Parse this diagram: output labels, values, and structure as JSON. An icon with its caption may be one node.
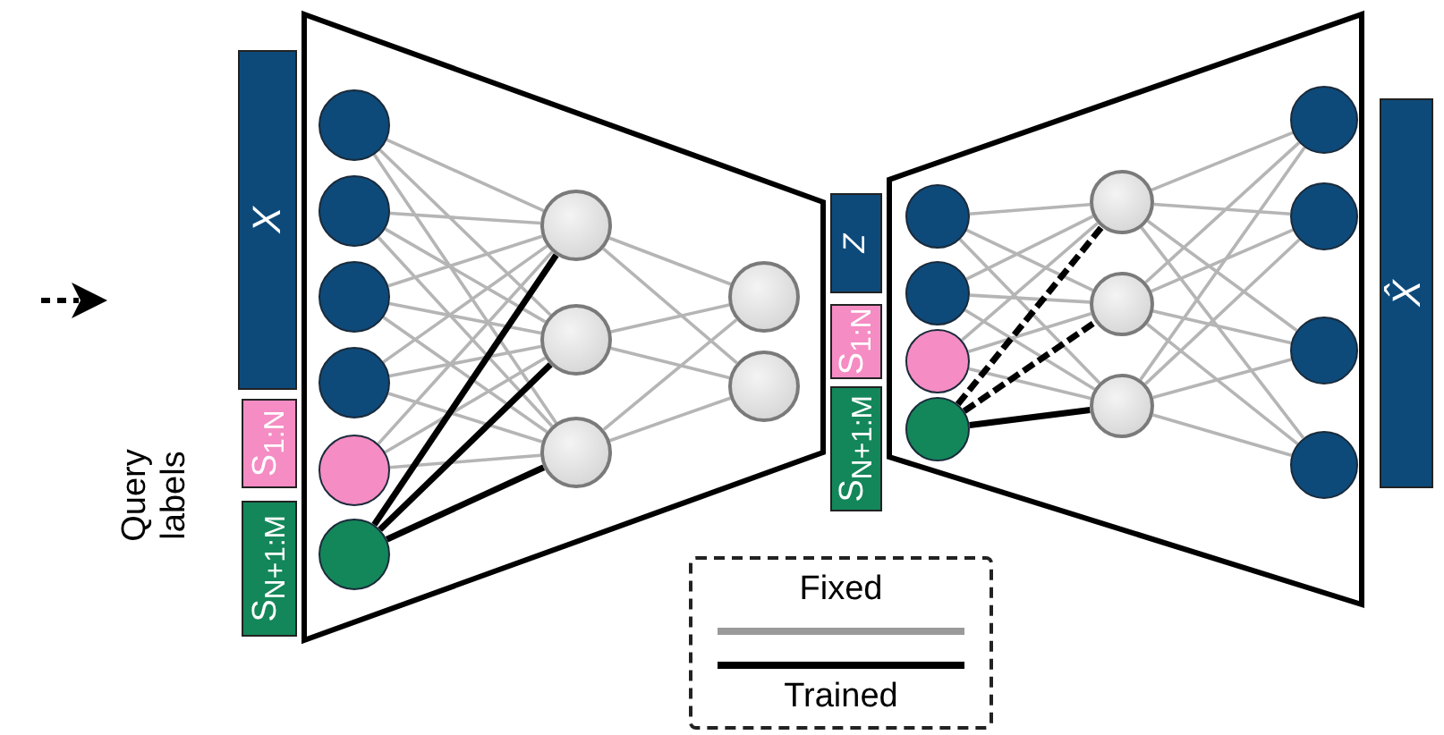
{
  "diagram": {
    "nodes": [
      {
        "text": [
          "*X*"
        ]
      },
      {
        "text": [
          "S$_{1:N}$"
        ]
      },
      {
        "text": [
          "S$_{N+1:M}$"
        ]
      },
      {
        "text": [],
        "shape": "trapezoid"
      },
      {
        "text": [],
        "shape": "circle",
        "in": 3
      },
      {
        "text": [],
        "shape": "circle",
        "in": 3
      },
      {
        "text": [],
        "shape": "circle",
        "in": 3
      },
      {
        "text": [],
        "shape": "circle",
        "in": 3
      },
      {
        "text": [],
        "shape": "circle",
        "in": 3
      },
      {
        "text": [],
        "shape": "circle",
        "in": 3
      },
      {
        "text": [],
        "shape": "circle",
        "in": 3
      },
      {
        "text": [],
        "shape": "circle",
        "in": 3
      },
      {
        "text": [],
        "shape": "circle",
        "in": 3
      },
      {
        "text": [],
        "shape": "circle",
        "in": 3
      },
      {
        "text": [],
        "shape": "circle",
        "in": 3
      },
      {
        "text": [
          "*Z*"
        ]
      },
      {
        "text": [
          "S$_{1:N}$"
        ]
      },
      {
        "text": [
          "S$_{N+1:M}$"
        ]
      },
      {
        "text": [],
        "shape": "trapezoid"
      },
      {
        "text": [],
        "shape": "circle",
        "in": 18
      },
      {
        "text": [],
        "shape": "circle",
        "in": 18
      },
      {
        "text": [],
        "shape": "circle",
        "in": 18
      },
      {
        "text": [],
        "shape": "circle",
        "in": 18
      },
      {
        "text": [],
        "shape": "circle",
        "in": 18
      },
      {
        "text": [],
        "shape": "circle",
        "in": 18
      },
      {
        "text": [],
        "shape": "circle",
        "in": 18
      },
      {
        "text": [],
        "shape": "circle",
        "in": 18
      },
      {
        "text": [],
        "shape": "circle",
        "in": 18
      },
      {
        "text": [],
        "shape": "circle",
        "in": 18
      },
      {
        "text": [],
        "shape": "circle",
        "in": 18
      },
      {
        "text": [
          "*X̂*"
        ]
      }
    ],
    "edges": [
      {
        "from": 4,
        "to": 10,
        "arrow": "none"
      },
      {
        "from": 4,
        "to": 11,
        "arrow": "none"
      },
      {
        "from": 4,
        "to": 12,
        "arrow": "none"
      },
      {
        "from": 5,
        "to": 10,
        "arrow": "none"
      },
      {
        "from": 5,
        "to": 11,
        "arrow": "none"
      },
      {
        "from": 5,
        "to": 12,
        "arrow": "none"
      },
      {
        "from": 6,
        "to": 10,
        "arrow": "none"
      },
      {
        "from": 6,
        "to": 11,
        "arrow": "none"
      },
      {
        "from": 6,
        "to": 12,
        "arrow": "none"
      },
      {
        "from": 7,
        "to": 10,
        "arrow": "none"
      },
      {
        "from": 7,
        "to": 11,
        "arrow": "none"
      },
      {
        "from": 7,
        "to": 12,
        "arrow": "none"
      },
      {
        "from": 8,
        "to": 10,
        "arrow": "none"
      },
      {
        "from": 8,
        "to": 11,
        "arrow": "none"
      },
      {
        "from": 8,
        "to": 12,
        "arrow": "none"
      },
      {
        "from": 9,
        "to": 10,
        "arrow": "none",
        "style": "thick",
        "color": "#000000"
      },
      {
        "from": 9,
        "to": 11,
        "arrow": "none",
        "style": "thick",
        "color": "#000000"
      },
      {
        "from": 9,
        "to": 12,
        "arrow": "none",
        "style": "thick",
        "color": "#000000"
      },
      {
        "from": 10,
        "to": 13,
        "arrow": "none"
      },
      {
        "from": 10,
        "to": 14,
        "arrow": "none"
      },
      {
        "from": 11,
        "to": 13,
        "arrow": "none"
      },
      {
        "from": 11,
        "to": 14,
        "arrow": "none"
      },
      {
        "from": 12,
        "to": 13,
        "arrow": "none"
      },
      {
        "from": 12,
        "to": 14,
        "arrow": "none"
      },
      {
        "from": 19,
        "to": 23,
        "arrow": "none"
      },
      {
        "from": 19,
        "to": 24,
        "arrow": "none"
      },
      {
        "from": 19,
        "to": 25,
        "arrow": "none"
      },
      {
        "from": 20,
        "to": 23,
        "arrow": "none"
      },
      {
        "from": 20,
        "to": 24,
        "arrow": "none"
      },
      {
        "from": 20,
        "to": 25,
        "arrow": "none"
      },
      {
        "from": 21,
        "to": 23,
        "arrow": "none"
      },
      {
        "from": 21,
        "to": 24,
        "arrow": "none"
      },
      {
        "from": 21,
        "to": 25,
        "arrow": "none"
      },
      {
        "from": 22,
        "to": 23,
        "arrow": "none",
        "style": "dashed",
        "color": "#000000"
      },
      {
        "from": 22,
        "to": 24,
        "arrow": "none",
        "style": "dashed",
        "color": "#000000"
      },
      {
        "from": 22,
        "to": 25,
        "arrow": "none",
        "style": "thick",
        "color": "#000000"
      },
      {
        "from": 23,
        "to": 26,
        "arrow": "none"
      },
      {
        "from": 23,
        "to": 27,
        "arrow": "none"
      },
      {
        "from": 23,
        "to": 28,
        "arrow": "none"
      },
      {
        "from": 23,
        "to": 29,
        "arrow": "none"
      },
      {
        "from": 24,
        "to": 26,
        "arrow": "none"
      },
      {
        "from": 24,
        "to": 27,
        "arrow": "none"
      },
      {
        "from": 24,
        "to": 28,
        "arrow": "none"
      },
      {
        "from": 24,
        "to": 29,
        "arrow": "none"
      },
      {
        "from": 25,
        "to": 26,
        "arrow": "none"
      },
      {
        "from": 25,
        "to": 27,
        "arrow": "none"
      },
      {
        "from": 25,
        "to": 28,
        "arrow": "none"
      },
      {
        "from": 25,
        "to": 29,
        "arrow": "none"
      }
    ],
    "labels": [
      "Query labels"
    ],
    "legend": [
      {
        "text": "Fixed"
      },
      {
        "text": "Trained"
      }
    ]
  }
}
